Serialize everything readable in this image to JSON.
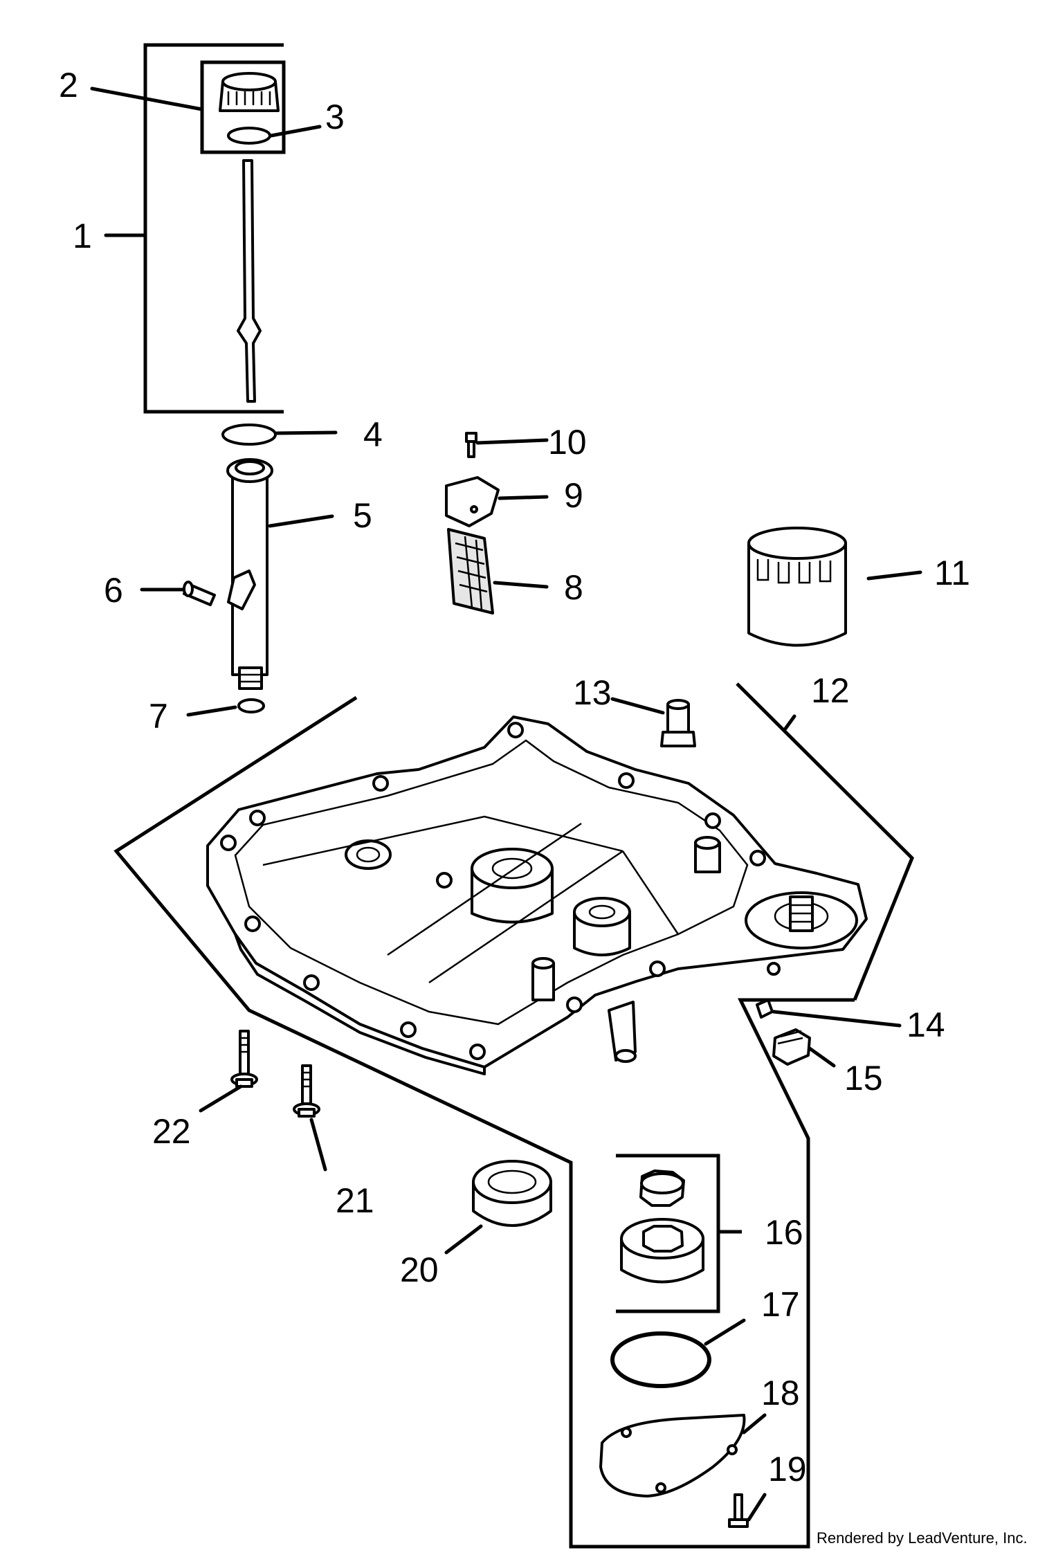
{
  "callouts": {
    "c1": "1",
    "c2": "2",
    "c3": "3",
    "c4": "4",
    "c5": "5",
    "c6": "6",
    "c7": "7",
    "c8": "8",
    "c9": "9",
    "c10": "10",
    "c11": "11",
    "c12": "12",
    "c13": "13",
    "c14": "14",
    "c15": "15",
    "c16": "16",
    "c17": "17",
    "c18": "18",
    "c19": "19",
    "c20": "20",
    "c21": "21",
    "c22": "22"
  },
  "credit": "Rendered by LeadVenture, Inc."
}
